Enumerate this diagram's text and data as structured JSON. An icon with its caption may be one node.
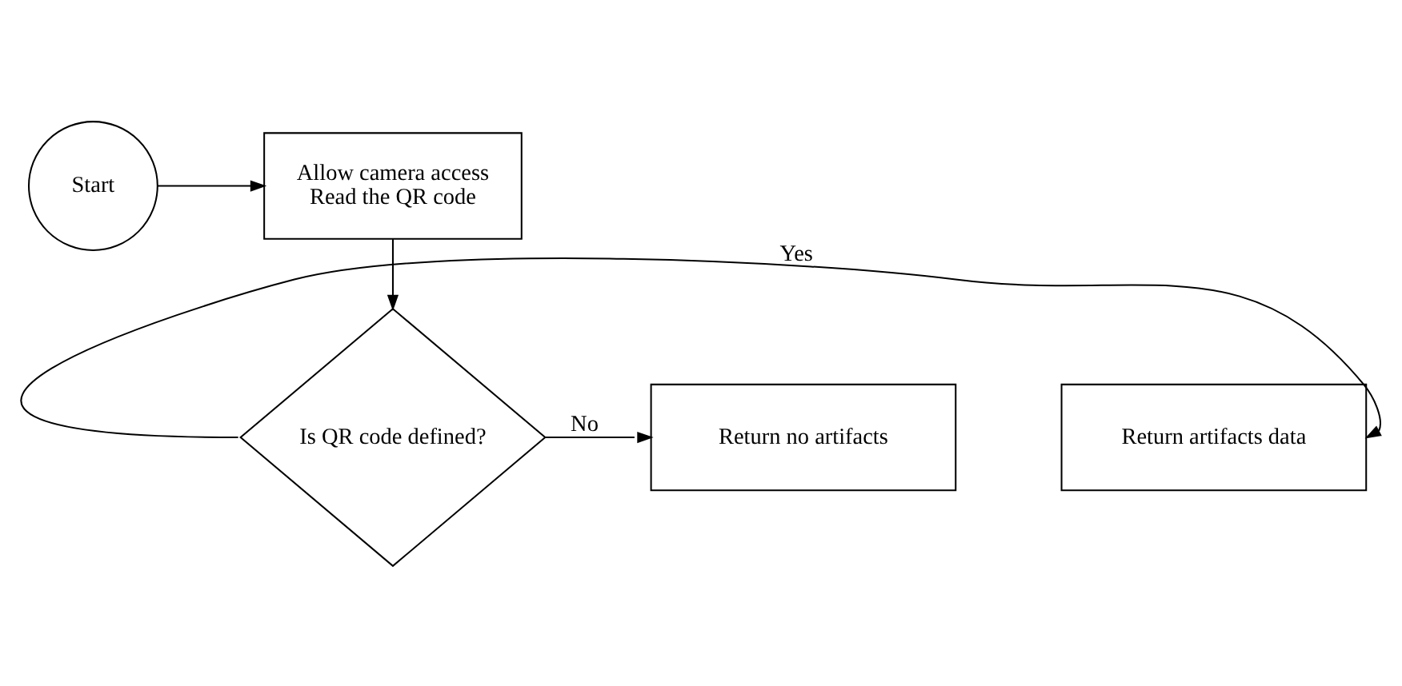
{
  "diagram": {
    "nodes": [
      {
        "text": [
          "Start"
        ]
      },
      {
        "text": [
          "Allow camera access",
          "Read the QR code"
        ]
      },
      {
        "text": [
          "Is QR code defined?"
        ]
      },
      {
        "text": [
          "Return artifacts data"
        ]
      },
      {
        "text": [
          "Return no artifacts"
        ]
      }
    ],
    "edges": [
      {
        "from": 0,
        "to": 1,
        "arrow": "to"
      },
      {
        "from": 1,
        "to": 2,
        "arrow": "to"
      },
      {
        "from": 2,
        "to": 3,
        "arrow": "to",
        "label": "Yes"
      },
      {
        "from": 2,
        "to": 4,
        "arrow": "to",
        "label": "No"
      }
    ]
  }
}
